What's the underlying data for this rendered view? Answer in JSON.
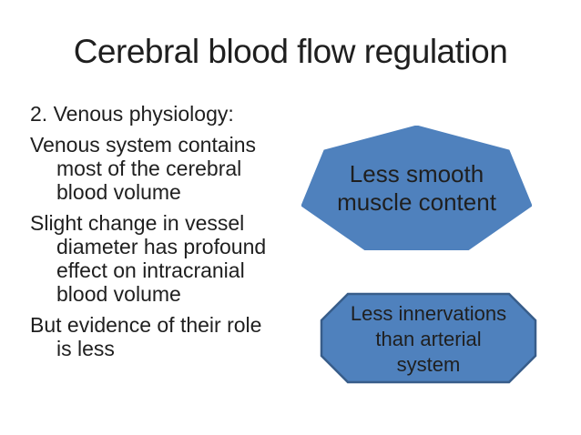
{
  "slide": {
    "title": "Cerebral blood flow regulation",
    "background": "#ffffff",
    "text_color": "#1f1f1f",
    "body": {
      "paragraphs": [
        {
          "lines": [
            "2. Venous physiology:"
          ]
        },
        {
          "lines": [
            "Venous system contains",
            "most of the cerebral",
            "blood volume"
          ]
        },
        {
          "lines": [
            "Slight change in vessel",
            "diameter has profound",
            "effect on intracranial",
            "blood volume"
          ]
        },
        {
          "lines": [
            "But evidence of their role",
            "is less"
          ]
        }
      ]
    },
    "shapes": {
      "heptagon": {
        "type": "heptagon",
        "fill": "#4f81bd",
        "border": "#4f81bd",
        "label_lines": [
          "Less smooth",
          "muscle content"
        ]
      },
      "octagon": {
        "type": "octagon",
        "fill": "#4f81bd",
        "border": "#385d8a",
        "label_lines": [
          "Less innervations",
          "than arterial",
          "system"
        ]
      }
    }
  }
}
